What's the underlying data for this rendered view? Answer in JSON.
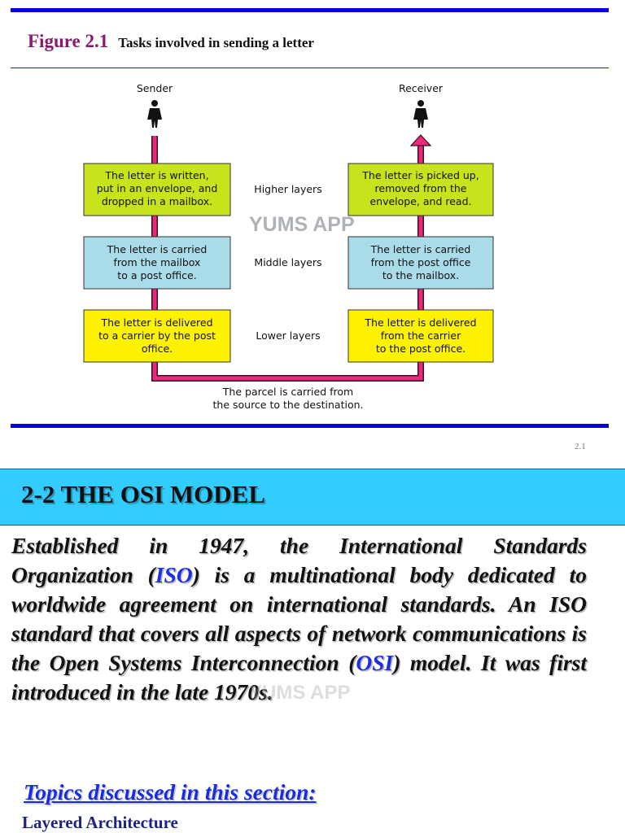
{
  "figure": {
    "number": "Figure 2.1",
    "title": "Tasks involved in sending a letter"
  },
  "diagram": {
    "sender_label": "Sender",
    "receiver_label": "Receiver",
    "layers": [
      {
        "name": "Higher layers",
        "sender_lines": [
          "The letter is written,",
          "put in an envelope, and",
          "dropped in a mailbox."
        ],
        "receiver_lines": [
          "The letter is picked up,",
          "removed from the",
          "envelope, and read."
        ],
        "color": "#c8e21c"
      },
      {
        "name": "Middle layers",
        "sender_lines": [
          "The letter is carried",
          "from the mailbox",
          "to a post office."
        ],
        "receiver_lines": [
          "The letter is carried",
          "from the post office",
          "to the mailbox."
        ],
        "color": "#a9dbe8"
      },
      {
        "name": "Lower layers",
        "sender_lines": [
          "The letter is delivered",
          "to a carrier by the post",
          "office."
        ],
        "receiver_lines": [
          "The letter is delivered",
          "from the carrier",
          "to the post office."
        ],
        "color": "#fff200"
      }
    ],
    "parcel_lines": [
      "The parcel is carried from",
      "the source to the destination."
    ],
    "path_color": "#e8297c"
  },
  "watermark": "YUMS APP",
  "slide_number": "2.1",
  "section": {
    "title": "2-2   THE OSI MODEL",
    "banner_color": "#33ccff"
  },
  "body": {
    "t1": "Established in 1947, the International Standards Organization (",
    "iso": "ISO",
    "t2": ") is a multinational body dedicated to worldwide agreement on international standards. An ISO standard that covers all aspects of network communications is the Open Systems Interconnection (",
    "osi": "OSI",
    "t3": ") model. It was first introduced in the late 1970s."
  },
  "topics": {
    "heading": "Topics discussed in this section:",
    "items": [
      "Layered Architecture"
    ]
  }
}
